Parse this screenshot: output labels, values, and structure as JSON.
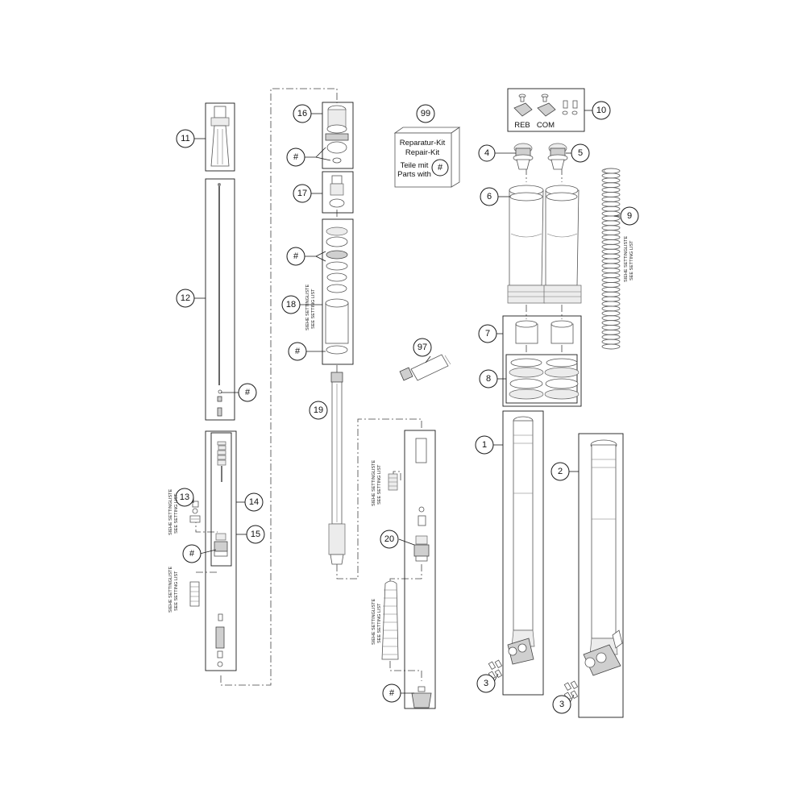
{
  "callouts": {
    "c1": "1",
    "c2": "2",
    "c3a": "3",
    "c3b": "3",
    "c4": "4",
    "c5": "5",
    "c6": "6",
    "c7": "7",
    "c8": "8",
    "c9": "9",
    "c10": "10",
    "c11": "11",
    "c12": "12",
    "c13": "13",
    "c14": "14",
    "c15": "15",
    "c16": "16",
    "c17": "17",
    "c18": "18",
    "c19": "19",
    "c20": "20",
    "c97": "97",
    "c99": "99",
    "hash_12": "#",
    "hash_15": "#",
    "hash_16": "#",
    "hash_18a": "#",
    "hash_18b": "#",
    "hash_20": "#"
  },
  "cartridge_labels": {
    "reb": "REB",
    "com": "COM"
  },
  "repair_kit": {
    "line1": "Reparatur-Kit",
    "line2": "Repair-Kit",
    "line3": "Teile mit",
    "line4": "Parts with",
    "symbol": "#"
  },
  "setting_note": {
    "line1": "SIEHE SETTINGLISTE",
    "line2": "SEE SETTING LIST"
  }
}
